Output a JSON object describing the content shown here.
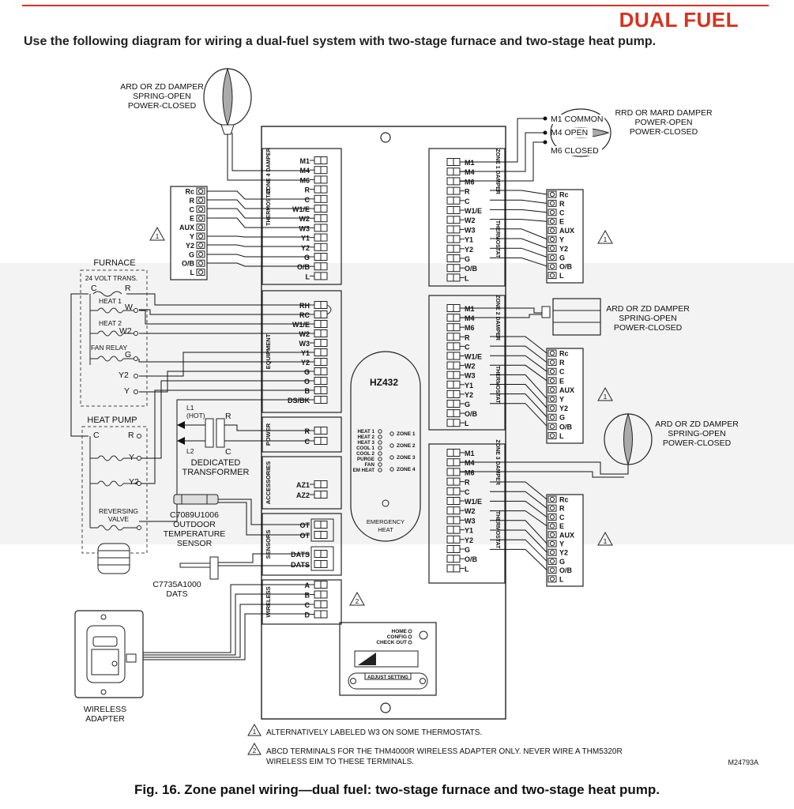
{
  "header": {
    "title": "DUAL FUEL",
    "intro": "Use the following diagram for wiring a dual-fuel system with two-stage furnace and two-stage heat pump."
  },
  "caption": "Fig. 16. Zone panel wiring—dual fuel: two-stage furnace and two-stage heat pump.",
  "diagram_id": "M24793A",
  "panel": {
    "name": "HZ432",
    "emergency_heat": [
      "EMERGENCY",
      "HEAT"
    ],
    "leds_left": [
      "HEAT 1",
      "HEAT 2",
      "HEAT 3",
      "COOL 1",
      "COOL 2",
      "PURGE",
      "FAN",
      "EM HEAT"
    ],
    "zone_leds": [
      "ZONE 1",
      "ZONE 2",
      "ZONE 3",
      "ZONE 4"
    ],
    "bottom_labels": [
      "HOME",
      "CONFIG",
      "CHECK OUT"
    ],
    "adjust_setting": "ADJUST SETTING"
  },
  "blocks": {
    "zone4_damper": "ZONE 4 DAMPER",
    "thermostat": "THERMOSTAT",
    "equipment": "EQUIPMENT",
    "power": "POWER",
    "accessories": "ACCESSORIES",
    "sensors": "SENSORS",
    "wireless": "WIRELESS",
    "zone1_damper": "ZONE 1 DAMPER",
    "zone2_damper": "ZONE 2 DAMPER",
    "zone3_damper": "ZONE 3 DAMPER"
  },
  "terminals": {
    "damper": [
      "M1",
      "M4",
      "M6"
    ],
    "thermostat": [
      "R",
      "C",
      "W1/E",
      "W2",
      "W3",
      "Y1",
      "Y2",
      "G",
      "O/B",
      "L"
    ],
    "equipment": [
      "RH",
      "RC",
      "W1/E",
      "W2",
      "W3",
      "Y1",
      "Y2",
      "G",
      "O",
      "B",
      "DS/BK"
    ],
    "power": [
      "R",
      "C"
    ],
    "accessories": [
      "AZ1",
      "AZ2"
    ],
    "sensors_ot": [
      "OT",
      "OT"
    ],
    "sensors_dats": [
      "DATS",
      "DATS"
    ],
    "wireless": [
      "A",
      "B",
      "C",
      "D"
    ]
  },
  "stat_terminals": [
    "Rc",
    "R",
    "C",
    "E",
    "AUX",
    "Y",
    "Y2",
    "G",
    "O/B",
    "L"
  ],
  "labels": {
    "damper_left_top": [
      "ARD OR ZD DAMPER",
      "SPRING-OPEN",
      "POWER-CLOSED"
    ],
    "rrd_damper": [
      "RRD OR MARD DAMPER",
      "POWER-OPEN",
      "POWER-CLOSED"
    ],
    "rrd_terms": [
      "M1 COMMON",
      "M4 OPEN",
      "M6 CLOSED"
    ],
    "zone2_damper_label": [
      "ARD OR ZD DAMPER",
      "SPRING-OPEN",
      "POWER-CLOSED"
    ],
    "zone3_damper_label": [
      "ARD OR ZD DAMPER",
      "SPRING-OPEN",
      "POWER-CLOSED"
    ],
    "furnace": "FURNACE",
    "trans24": "24 VOLT TRANS.",
    "furnace_c": "C",
    "furnace_r": "R",
    "heat1": "HEAT 1",
    "w": "W",
    "heat2": "HEAT 2",
    "w2": "W2",
    "fan_relay": "FAN RELAY",
    "g": "G",
    "y2": "Y2",
    "y": "Y",
    "heat_pump": "HEAT PUMP",
    "hp_c": "C",
    "hp_r": "R",
    "hp_y": "Y",
    "hp_y2": "Y2",
    "reversing_valve": [
      "REVERSING",
      "VALVE"
    ],
    "l1_hot": [
      "L1",
      "(HOT)"
    ],
    "l2": "L2",
    "trans_r": "R",
    "trans_c": "C",
    "dedicated_transformer": [
      "DEDICATED",
      "TRANSFORMER"
    ],
    "outdoor_sensor": [
      "C7089U1006",
      "OUTDOOR",
      "TEMPERATURE",
      "SENSOR"
    ],
    "dats_sensor": [
      "C7735A1000",
      "DATS"
    ],
    "wireless_adapter": [
      "WIRELESS",
      "ADAPTER"
    ],
    "note_1_num": "1",
    "note_2_num": "2"
  },
  "notes": [
    "ALTERNATIVELY LABELED W3 ON SOME THERMOSTATS.",
    "ABCD TERMINALS FOR THE THM4000R WIRELESS ADAPTER ONLY. NEVER WIRE A THM5320R",
    "WIRELESS EIM TO THESE TERMINALS."
  ]
}
